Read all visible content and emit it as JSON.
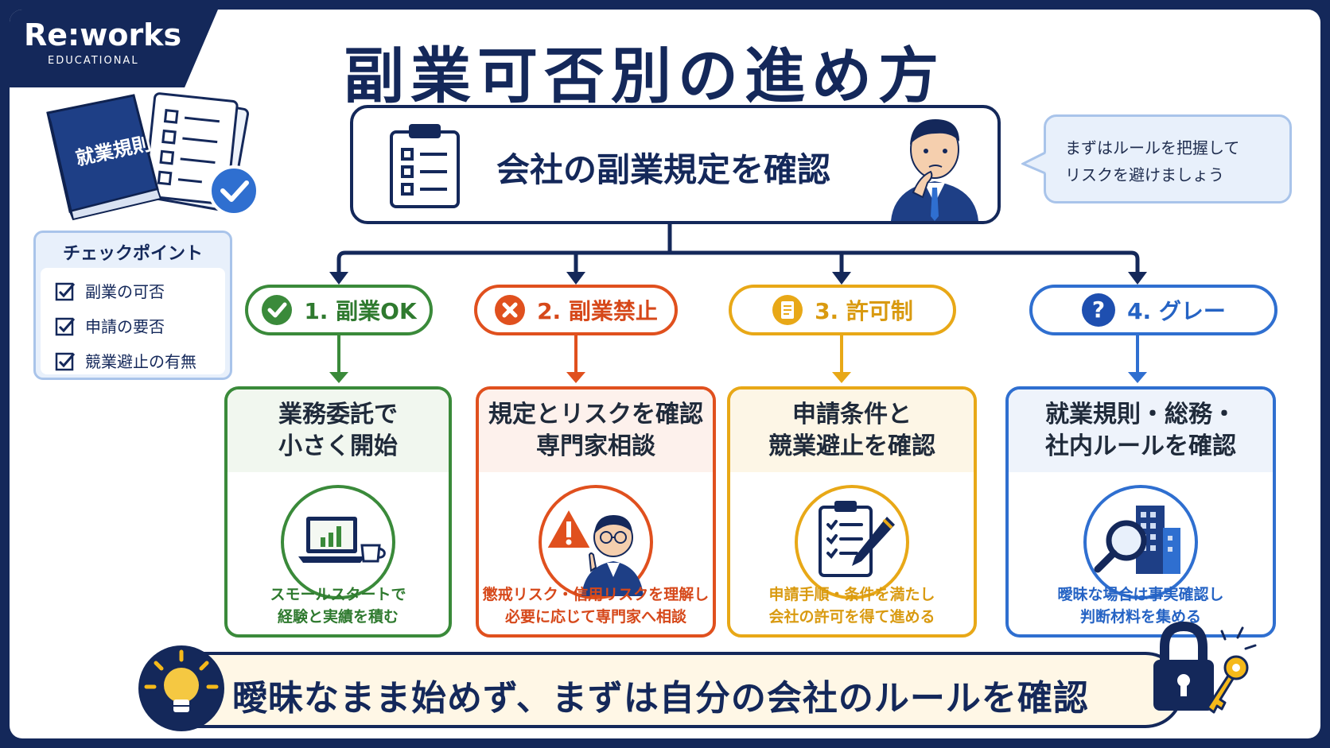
{
  "logo": {
    "main": "Re:works",
    "sub": "EDUCATIONAL"
  },
  "title": "副業可否別の進め方",
  "book_label": "就業規則",
  "main_step": "会社の副業規定を確認",
  "speech": {
    "line1": "まずはルールを把握して",
    "line2": "リスクを避けましょう"
  },
  "checkpoints": {
    "title": "チェックポイント",
    "items": [
      "副業の可否",
      "申請の要否",
      "競業避止の有無"
    ]
  },
  "branches": [
    {
      "label": "1. 副業OK",
      "head1": "業務委託で",
      "head2": "小さく開始",
      "foot1": "スモールスタートで",
      "foot2": "経験と実績を積む"
    },
    {
      "label": "2. 副業禁止",
      "head1": "規定とリスクを確認",
      "head2": "専門家相談",
      "foot1": "懲戒リスク・信用リスクを理解し",
      "foot2": "必要に応じて専門家へ相談"
    },
    {
      "label": "3. 許可制",
      "head1": "申請条件と",
      "head2": "競業避止を確認",
      "foot1": "申請手順・条件を満たし",
      "foot2": "会社の許可を得て進める"
    },
    {
      "label": "4. グレー",
      "head1": "就業規則・総務・",
      "head2": "社内ルールを確認",
      "foot1": "曖昧な場合は事実確認し",
      "foot2": "判断材料を集める"
    }
  ],
  "bottom_message": "曖昧なまま始めず、まずは自分の会社のルールを確認",
  "colors": {
    "navy": "#14285a",
    "green": "#3a8a3a",
    "red": "#e0501e",
    "yellow": "#e8a817",
    "blue": "#2f6fd0"
  },
  "icons": [
    "clipboard-checklist-icon",
    "businessman-thinking-icon",
    "book-icon",
    "checkmark-icon",
    "cross-icon",
    "document-icon",
    "question-icon",
    "laptop-icon",
    "warning-icon",
    "clipboard-pen-icon",
    "magnifier-building-icon",
    "lightbulb-icon",
    "padlock-icon",
    "key-icon"
  ]
}
